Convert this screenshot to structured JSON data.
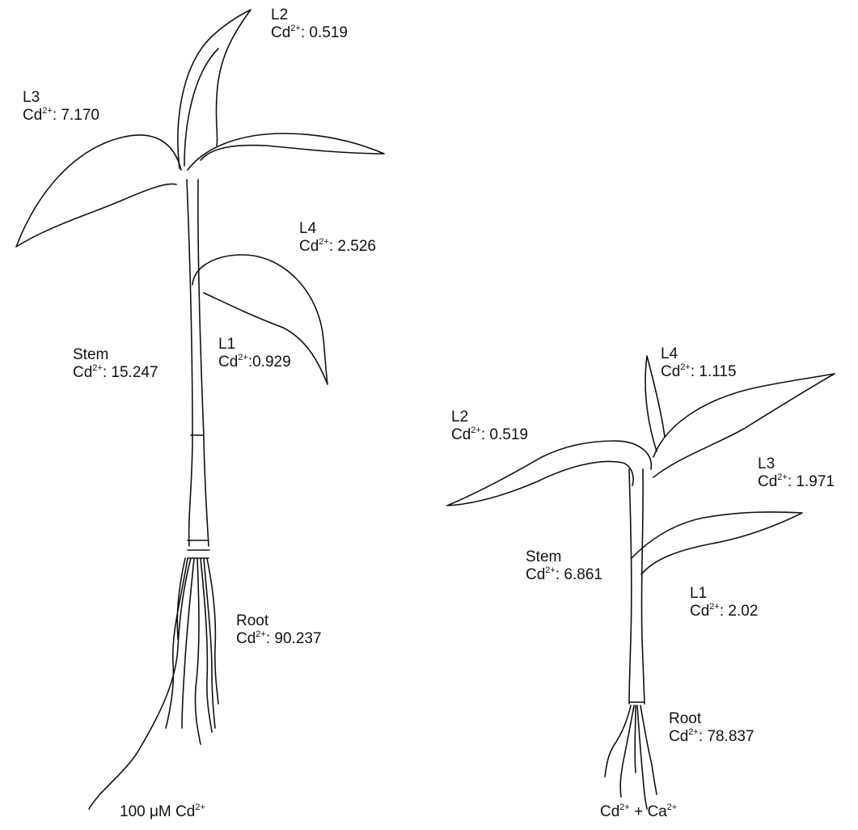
{
  "plants": [
    {
      "caption_prefix": "100 μM Cd",
      "caption_sup": "2+",
      "caption_suffix": "",
      "labels": [
        {
          "part": "L2",
          "ion": "Cd",
          "charge": "2+",
          "value": ": 0.519"
        },
        {
          "part": "L3",
          "ion": "Cd",
          "charge": "2+",
          "value": ": 7.170"
        },
        {
          "part": "L4",
          "ion": "Cd",
          "charge": "2+",
          "value": ": 2.526"
        },
        {
          "part": "Stem",
          "ion": "Cd",
          "charge": "2+",
          "value": ": 15.247"
        },
        {
          "part": "L1",
          "ion": "Cd",
          "charge": "2+",
          "value": ":0.929"
        },
        {
          "part": "Root",
          "ion": "Cd",
          "charge": "2+",
          "value": ": 90.237"
        }
      ]
    },
    {
      "caption_prefix": "Cd",
      "caption_sup": "2+",
      "caption_suffix": " + Ca",
      "caption_sup2": "2+",
      "labels": [
        {
          "part": "L4",
          "ion": "Cd",
          "charge": "2+",
          "value": ": 1.115"
        },
        {
          "part": "L2",
          "ion": "Cd",
          "charge": "2+",
          "value": ": 0.519"
        },
        {
          "part": "L3",
          "ion": "Cd",
          "charge": "2+",
          "value": ": 1.971"
        },
        {
          "part": "Stem",
          "ion": "Cd",
          "charge": "2+",
          "value": ": 6.861"
        },
        {
          "part": "L1",
          "ion": "Cd",
          "charge": "2+",
          "value": ": 2.02"
        },
        {
          "part": "Root",
          "ion": "Cd",
          "charge": "2+",
          "value": ": 78.837"
        }
      ]
    }
  ]
}
